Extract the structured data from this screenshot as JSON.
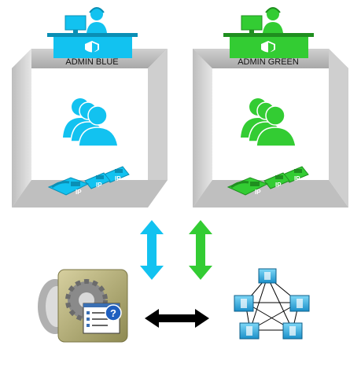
{
  "rooms": [
    {
      "id": "blue",
      "label": "ADMIN BLUE",
      "color": "#12c2f0",
      "dark": "#0a8fb5"
    },
    {
      "id": "green",
      "label": "ADMIN GREEN",
      "color": "#33cc33",
      "dark": "#1f8f1f"
    }
  ],
  "phone_label": "IP",
  "arrows": {
    "blue": "#12c2f0",
    "green": "#33cc33",
    "link": "#000000"
  },
  "icons": {
    "admin": "admin-desk-icon",
    "users": "user-group-icon",
    "phones": "ip-phone-icon",
    "server": "config-server-icon",
    "network": "call-manager-cluster-icon"
  }
}
